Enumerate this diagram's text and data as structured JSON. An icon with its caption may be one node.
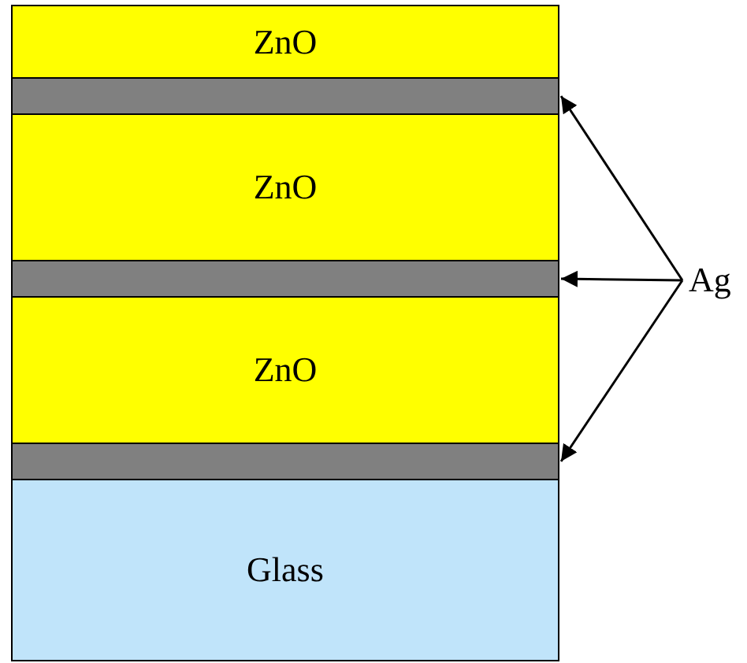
{
  "diagram": {
    "nodes": [
      {
        "text": [
          "ZnO"
        ]
      },
      {
        "text": [],
        "shape": "bar"
      },
      {
        "text": [
          "ZnO"
        ]
      },
      {
        "text": [],
        "shape": "bar"
      },
      {
        "text": [
          "ZnO"
        ]
      },
      {
        "text": [],
        "shape": "bar"
      },
      {
        "text": [
          "Glass"
        ]
      },
      {
        "text": [
          "Ag"
        ]
      }
    ],
    "edges": [
      {
        "from": 7,
        "to": 1,
        "arrow": "to"
      },
      {
        "from": 7,
        "to": 3,
        "arrow": "to"
      },
      {
        "from": 7,
        "to": 5,
        "arrow": "to"
      }
    ]
  }
}
